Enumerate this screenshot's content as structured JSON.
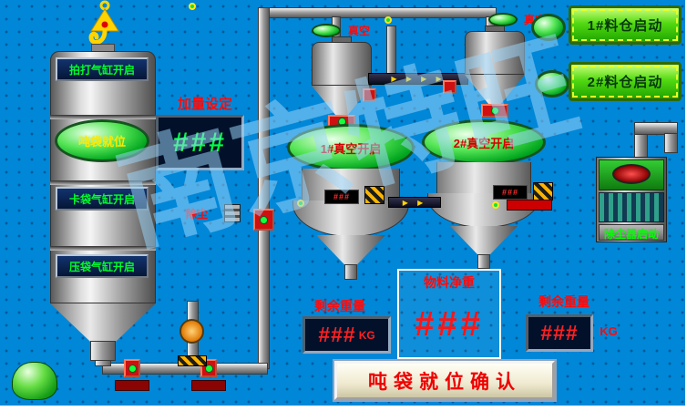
{
  "watermark": "南京特旺",
  "left_station": {
    "pat_button": "拍打气缸开启",
    "bag_ready": "吨袋就位",
    "clamp_button": "卡袋气缸开启",
    "press_button": "压袋气缸开启"
  },
  "dosing": {
    "label": "加量设定",
    "value": "###"
  },
  "cyclones": [
    {
      "vacuum_label": "真空"
    },
    {
      "vacuum_label": "真空"
    }
  ],
  "mixers": [
    {
      "label": "1#真空开启"
    },
    {
      "label": "2#真空开启"
    }
  ],
  "silo_buttons": [
    {
      "label": "1#料仓启动"
    },
    {
      "label": "2#料仓启动"
    }
  ],
  "dust_collector": {
    "label": "除尘器启动"
  },
  "labels": {
    "dust_fan": "除尘"
  },
  "flow": {
    "arrows_long": "▶ ▶ ▶ ▶",
    "arrows_short": "▶ ▶"
  },
  "small_displays": {
    "d1": "###",
    "d2": "###"
  },
  "weight": {
    "left_label": "剩余重量",
    "left_value": "###",
    "left_unit": "KG",
    "net_label": "物料净重",
    "net_value": "###",
    "right_label": "剩余重量",
    "right_value": "###",
    "right_unit": "KG"
  },
  "confirm_button": "吨袋就位确认",
  "colors": {
    "background": "#0087d7",
    "alarm_red": "#ff0000",
    "run_green": "#00ff00"
  }
}
